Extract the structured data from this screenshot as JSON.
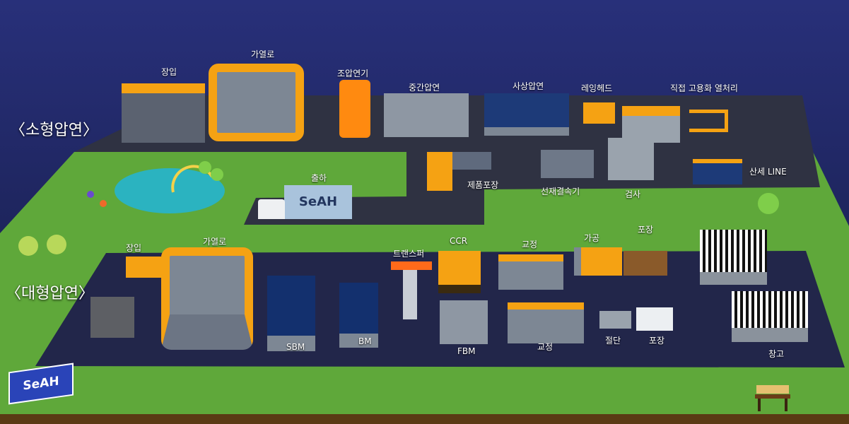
{
  "sections": {
    "small": "〈소형압연〉",
    "large": "〈대형압연〉"
  },
  "small_line": {
    "labels": [
      "장입",
      "가열로",
      "조압연기",
      "중간압연",
      "사상압연",
      "레잉헤드",
      "직접 고용화 열처리",
      "제품포장",
      "선재결속기",
      "검사",
      "산세 LINE",
      "출하"
    ]
  },
  "large_line": {
    "labels": [
      "장입",
      "가열로",
      "트랜스퍼",
      "CCR",
      "교정",
      "가공",
      "포장",
      "SBM",
      "BM",
      "FBM",
      "교정",
      "절단",
      "포장",
      "창고"
    ]
  },
  "brand": {
    "truck_logo": "SeAH",
    "sign_logo": "SeAH"
  },
  "colors": {
    "sky": "#1b2358",
    "platform": "#2f3242",
    "grass": "#5fa83a",
    "machine_orange": "#f5a213",
    "machine_gray": "#7d8794",
    "navy_machine": "#1d3a78"
  }
}
